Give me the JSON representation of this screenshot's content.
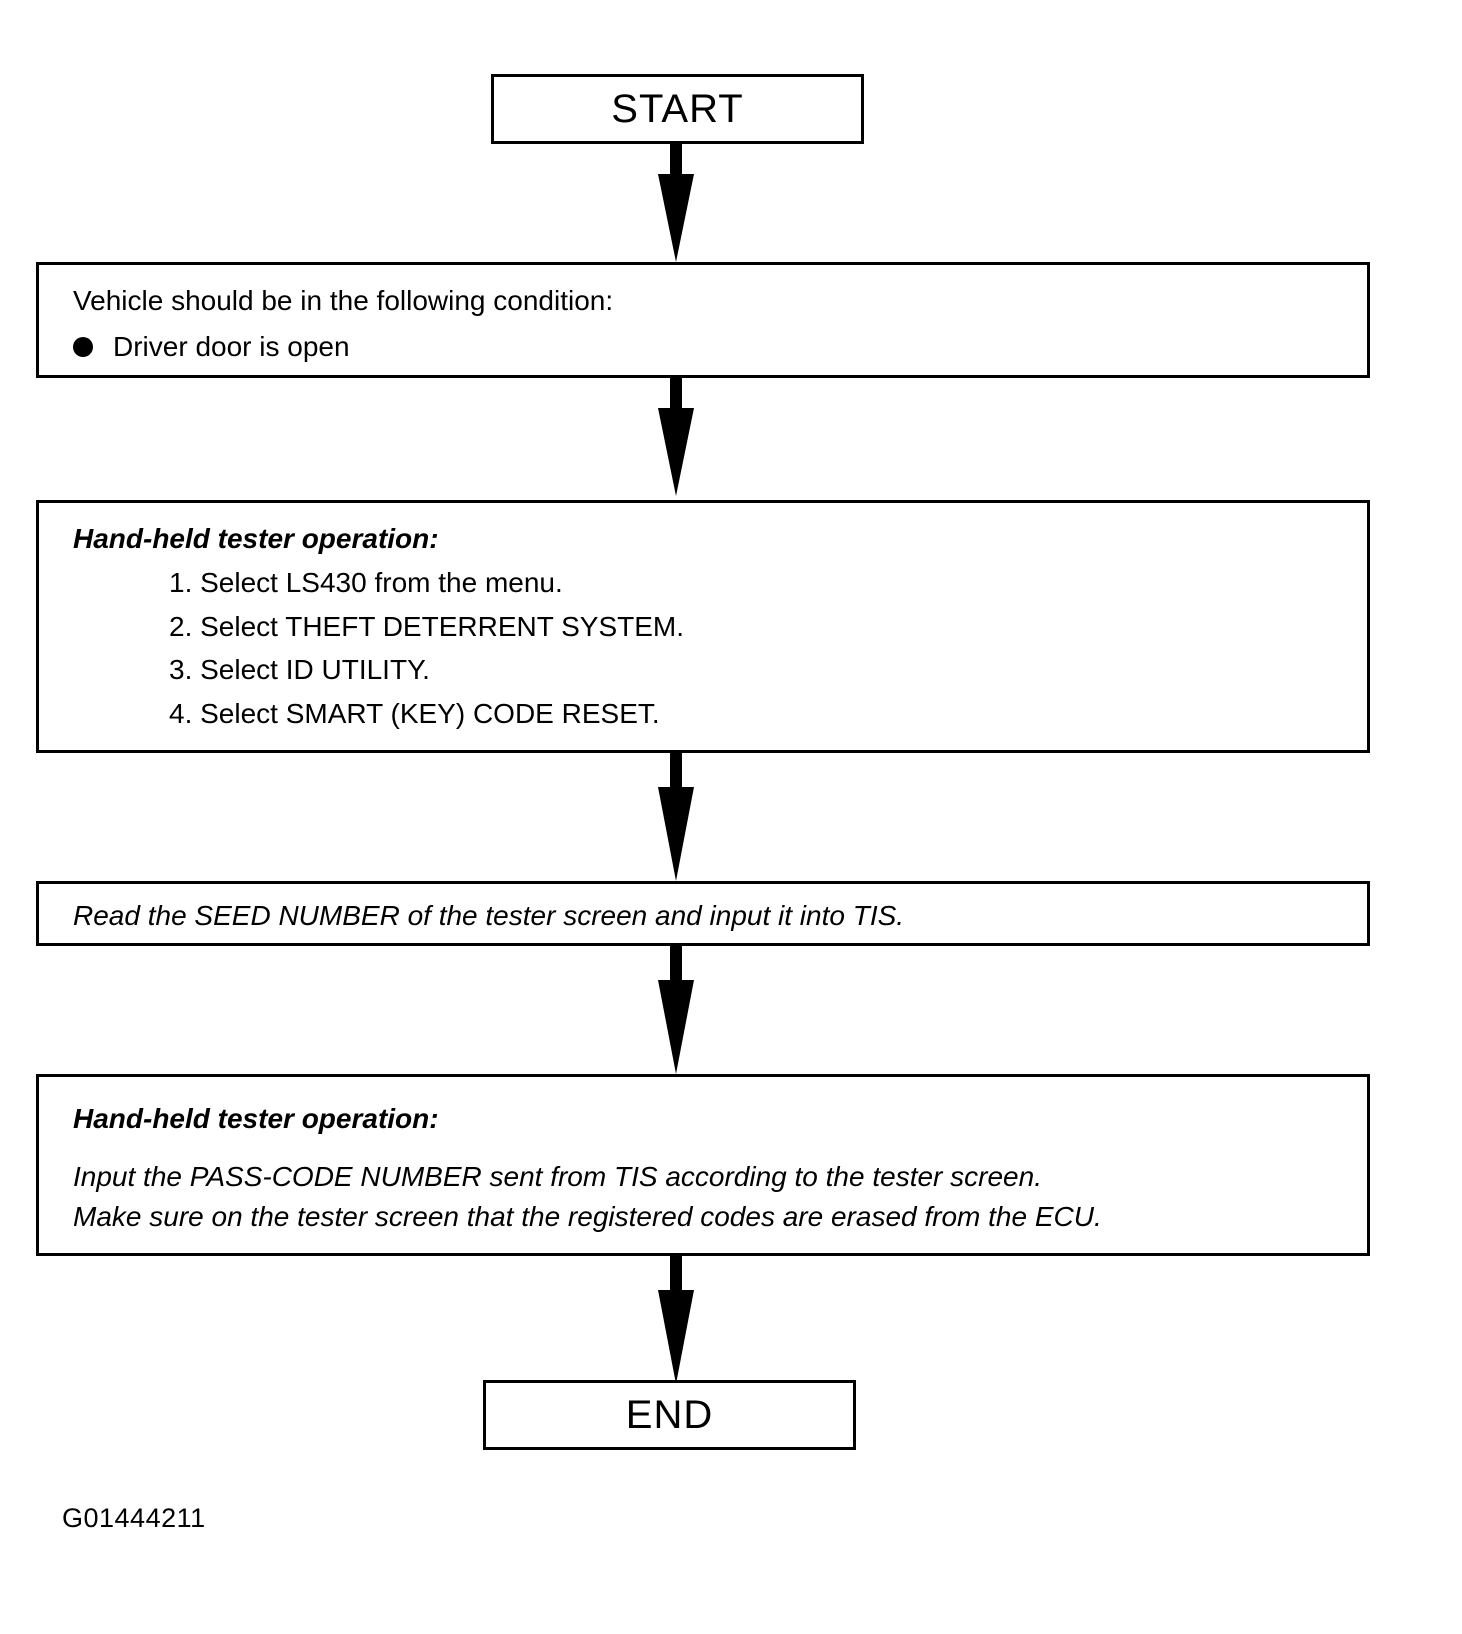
{
  "diagram": {
    "title": "Smart key code reset procedure flowchart",
    "figure_code": "G01444211",
    "line_color": "#000000",
    "background_color": "#ffffff"
  },
  "nodes": {
    "start": {
      "type": "terminator",
      "label": "START"
    },
    "condition": {
      "type": "process",
      "heading": "Vehicle should be in the following condition:",
      "bullets": [
        "Driver door is open"
      ]
    },
    "tester_menu": {
      "type": "process",
      "heading": "Hand-held tester operation:",
      "steps": [
        "1. Select LS430 from the menu.",
        "2. Select THEFT DETERRENT SYSTEM.",
        "3. Select ID UTILITY.",
        "4. Select SMART (KEY) CODE RESET."
      ]
    },
    "seed_number": {
      "type": "process",
      "text": "Read the SEED NUMBER of the tester screen and input it into TIS."
    },
    "pass_code": {
      "type": "process",
      "heading": "Hand-held tester operation:",
      "lines": [
        "Input the PASS-CODE NUMBER sent from TIS according to the tester screen.",
        "Make sure on the tester screen that the registered codes are erased from the ECU."
      ]
    },
    "end": {
      "type": "terminator",
      "label": "END"
    }
  },
  "connectors": [
    {
      "name": "start-to-condition",
      "from": "start",
      "to": "condition"
    },
    {
      "name": "condition-to-tester-menu",
      "from": "condition",
      "to": "tester_menu"
    },
    {
      "name": "tester-menu-to-seed-number",
      "from": "tester_menu",
      "to": "seed_number"
    },
    {
      "name": "seed-number-to-pass-code",
      "from": "seed_number",
      "to": "pass_code"
    },
    {
      "name": "pass-code-to-end",
      "from": "pass_code",
      "to": "end"
    }
  ]
}
